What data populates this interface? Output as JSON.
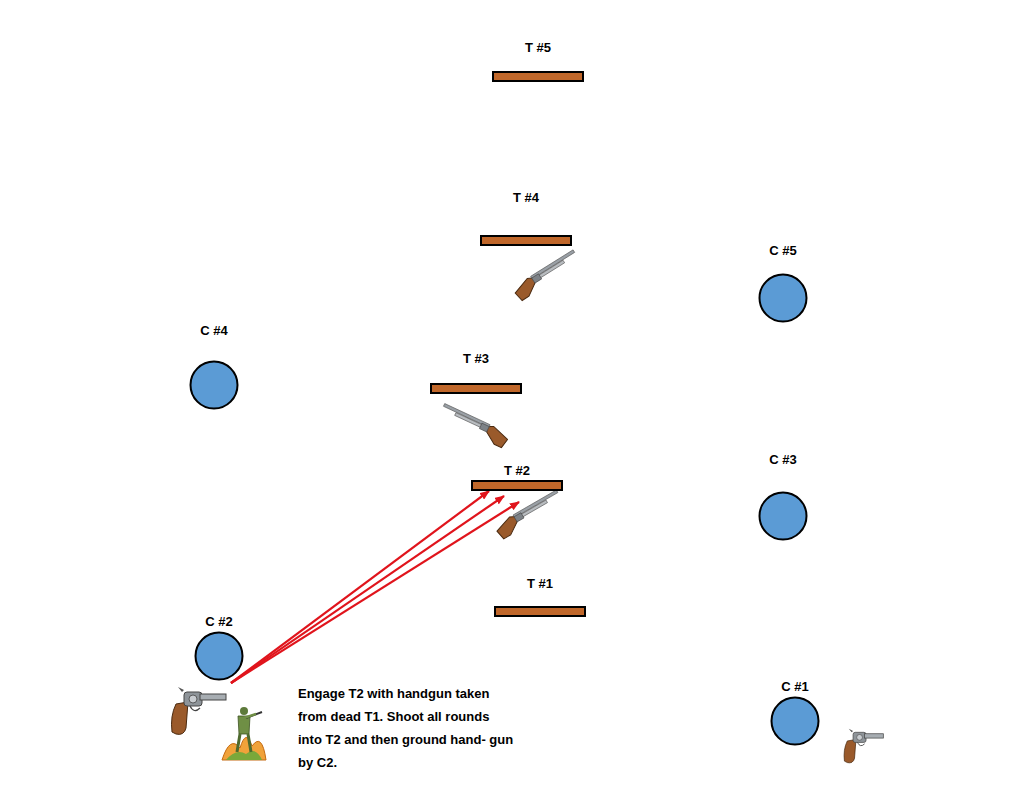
{
  "diagram": {
    "nodes": [
      {
        "text": [
          "T #5"
        ]
      },
      {
        "text": [
          "T #4"
        ]
      },
      {
        "text": [
          "C #5"
        ]
      },
      {
        "text": [
          "C #4"
        ]
      },
      {
        "text": [
          "T #3"
        ]
      },
      {
        "text": [
          "T #2"
        ]
      },
      {
        "text": [
          "C #3"
        ]
      },
      {
        "text": [
          "T #1"
        ]
      },
      {
        "text": [
          "C #2"
        ]
      },
      {
        "text": [
          "C #1"
        ]
      }
    ],
    "labels": [
      "Engage T2 with handgun taken from dead T1. Shoot all rounds into T2 and then ground hand- gun by C2."
    ]
  }
}
